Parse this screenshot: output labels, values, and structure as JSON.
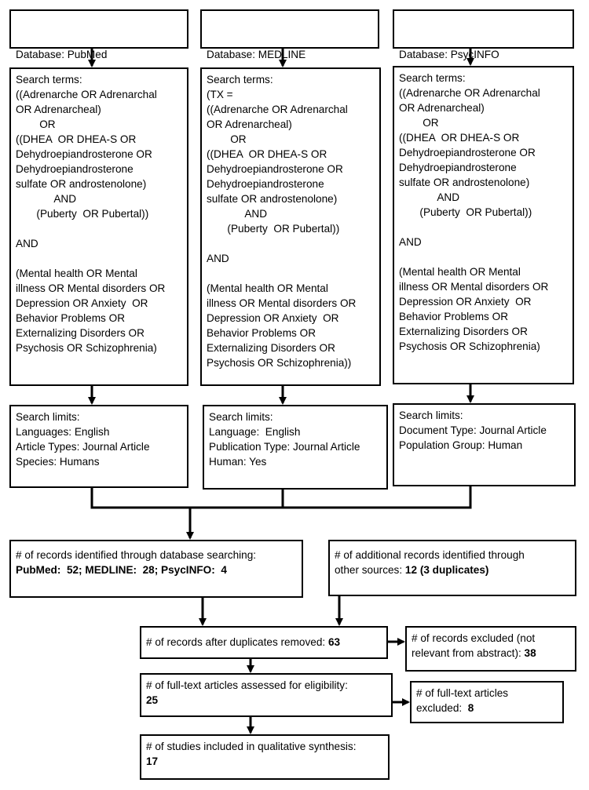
{
  "columns": [
    {
      "database": "Database: PubMed",
      "terms": [
        "Search terms:",
        "((Adrenarche OR Adrenarchal",
        "OR Adrenarcheal)",
        "        OR",
        "((DHEA  OR DHEA-S OR",
        "Dehydroepiandrosterone OR",
        "Dehydroepiandrosterone",
        "sulfate OR androstenolone)",
        "             AND",
        "       (Puberty  OR Pubertal))",
        "",
        "AND",
        "",
        "(Mental health OR Mental",
        "illness OR Mental disorders OR",
        "Depression OR Anxiety  OR",
        "Behavior Problems OR",
        "Externalizing Disorders OR",
        "Psychosis OR Schizophrenia)"
      ],
      "limits": [
        "Search limits:",
        "Languages: English",
        "Article Types: Journal Article",
        "Species: Humans"
      ]
    },
    {
      "database": "Database: MEDLINE",
      "terms": [
        "Search terms:",
        "(TX =",
        "((Adrenarche OR Adrenarchal",
        "OR Adrenarcheal)",
        "        OR",
        "((DHEA  OR DHEA-S OR",
        "Dehydroepiandrosterone OR",
        "Dehydroepiandrosterone",
        "sulfate OR androstenolone)",
        "             AND",
        "       (Puberty  OR Pubertal))",
        "",
        "AND",
        "",
        "(Mental health OR Mental",
        "illness OR Mental disorders OR",
        "Depression OR Anxiety  OR",
        "Behavior Problems OR",
        "Externalizing Disorders OR",
        "Psychosis OR Schizophrenia))"
      ],
      "limits": [
        "Search limits:",
        "Language:  English",
        "Publication Type: Journal Article",
        "Human: Yes"
      ]
    },
    {
      "database": "Database: PsycINFO",
      "terms": [
        "Search terms:",
        "((Adrenarche OR Adrenarchal",
        "OR Adrenarcheal)",
        "        OR",
        "((DHEA  OR DHEA-S OR",
        "Dehydroepiandrosterone OR",
        "Dehydroepiandrosterone",
        "sulfate OR androstenolone)",
        "             AND",
        "       (Puberty  OR Pubertal))",
        "",
        "AND",
        "",
        "(Mental health OR Mental",
        "illness OR Mental disorders OR",
        "Depression OR Anxiety  OR",
        "Behavior Problems OR",
        "Externalizing Disorders OR",
        "Psychosis OR Schizophrenia)"
      ],
      "limits": [
        "Search limits:",
        "Document Type: Journal Article",
        "Population Group: Human"
      ]
    }
  ],
  "identified": [
    "# of records identified through database searching:",
    "PubMed:  52; MEDLINE:  28; PsycINFO:  4"
  ],
  "additional": [
    "# of additional records identified through",
    "other sources: 12 (3 duplicates)"
  ],
  "duplicates_removed": [
    "# of records after duplicates removed: 63"
  ],
  "excluded_abstract": [
    "# of records excluded (not",
    "relevant from abstract): 38"
  ],
  "fulltext_assessed": [
    "# of full-text articles assessed for eligibility:",
    "25"
  ],
  "fulltext_excluded": [
    "# of full-text articles",
    "excluded:  8"
  ],
  "included": [
    "# of studies included in qualitative synthesis:",
    "17"
  ]
}
